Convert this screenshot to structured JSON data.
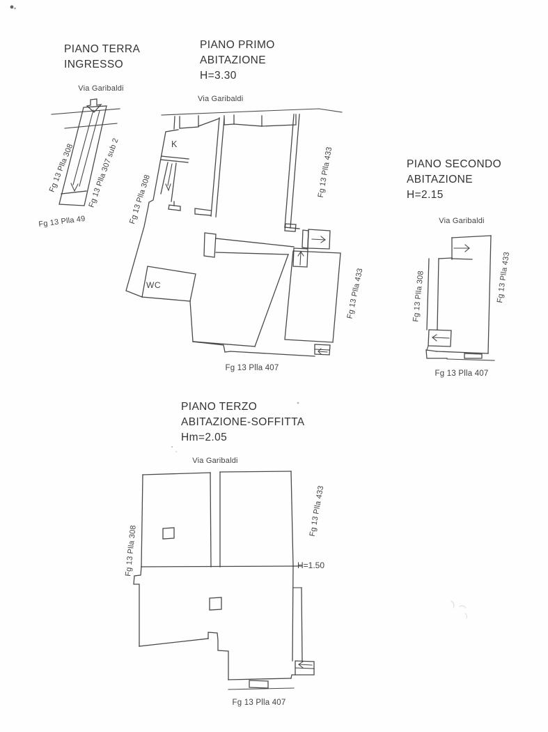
{
  "document": {
    "type": "cadastral-floor-plan-scan",
    "ink_color": "#3a3a3a",
    "floors": [
      {
        "name": "piano-terra",
        "title_lines": [
          "PIANO TERRA",
          "INGRESSO"
        ],
        "street_label": "Via Garibaldi",
        "parcel_left": "Fg 13 Plla 308",
        "parcel_right": "Fg 13 Plla 307 sub 2",
        "parcel_bottom": "Fg 13 Plla 49"
      },
      {
        "name": "piano-primo",
        "title_lines": [
          "PIANO PRIMO",
          "ABITAZIONE",
          "H=3.30"
        ],
        "street_label": "Via Garibaldi",
        "parcel_left": "Fg 13 Plla 308",
        "parcel_right_top": "Fg 13 Plla 433",
        "parcel_right_bottom": "Fg 13 Plla 433",
        "parcel_bottom": "Fg 13 Plla 407",
        "room_kitchen": "K",
        "room_wc": "WC"
      },
      {
        "name": "piano-secondo",
        "title_lines": [
          "PIANO SECONDO",
          "ABITAZIONE",
          "H=2.15"
        ],
        "street_label": "Via Garibaldi",
        "parcel_left": "Fg 13 Plla 308",
        "parcel_right": "Fg 13 Plla 433",
        "parcel_bottom": "Fg 13 Plla 407"
      },
      {
        "name": "piano-terzo",
        "title_lines": [
          "PIANO TERZO",
          "ABITAZIONE-SOFFITTA",
          "Hm=2.05"
        ],
        "street_label": "Via Garibaldi",
        "parcel_left": "Fg 13 Plla 308",
        "parcel_right": "Fg 13 Plla 433",
        "parcel_bottom": "Fg 13 Plla 407",
        "mezzanine_height_label": "H=1.50"
      }
    ]
  }
}
